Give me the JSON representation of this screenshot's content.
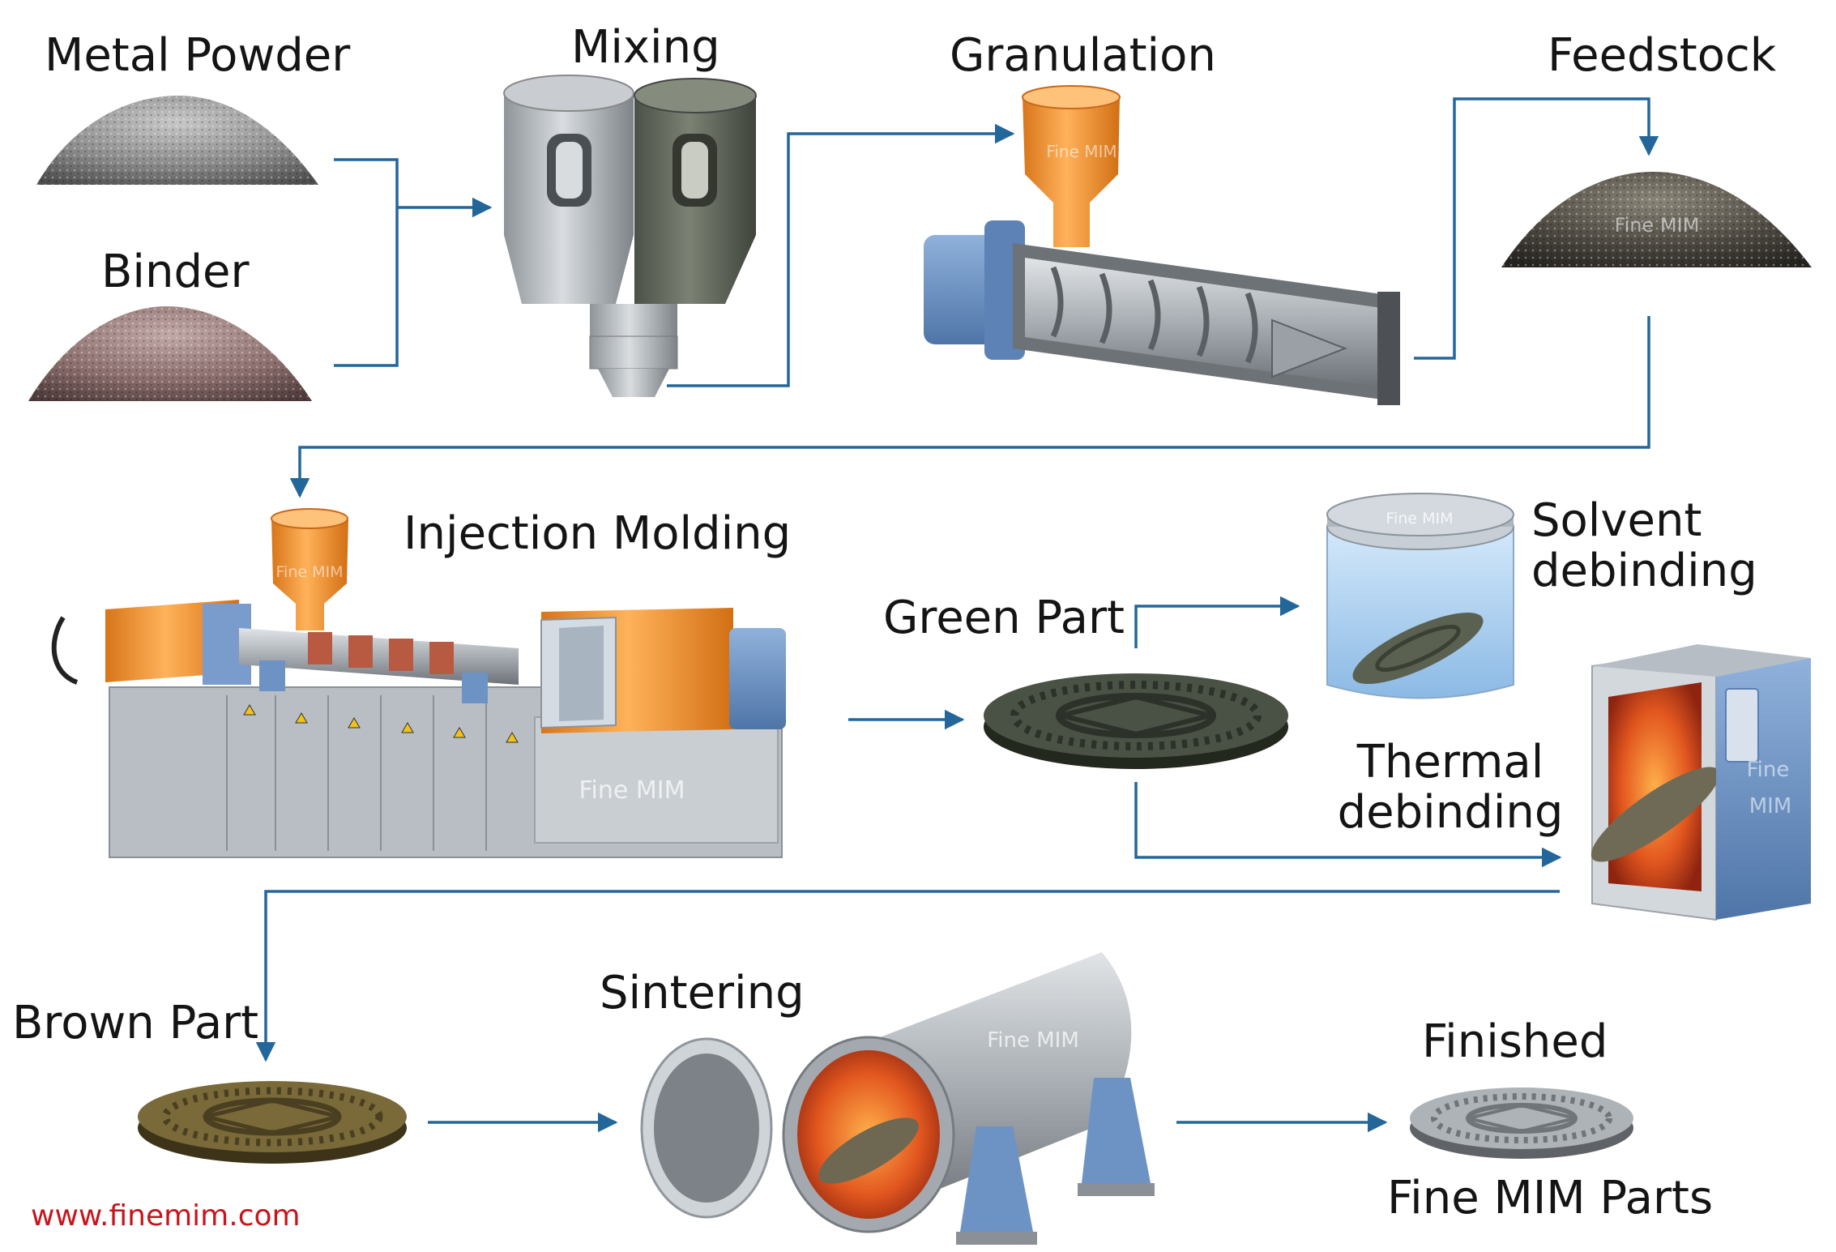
{
  "labels": {
    "metal_powder": "Metal Powder",
    "binder": "Binder",
    "mixing": "Mixing",
    "granulation": "Granulation",
    "feedstock": "Feedstock",
    "injection_molding": "Injection Molding",
    "green_part": "Green Part",
    "solvent_debinding": "Solvent\ndebinding",
    "thermal_debinding": "Thermal\ndebinding",
    "brown_part": "Brown Part",
    "sintering": "Sintering",
    "finished": "Finished",
    "fine_mim_parts": "Fine MIM Parts"
  },
  "watermark": "Fine MIM",
  "watermark_split": [
    "Fine",
    "MIM"
  ],
  "website": "www.finemim.com",
  "colors": {
    "arrow": "#23679a",
    "orange": "#f29330",
    "blue_grey": "#6f95c6",
    "steel": "#a8aeb3",
    "olive": "#5e6658",
    "url_red": "#c8141c"
  }
}
